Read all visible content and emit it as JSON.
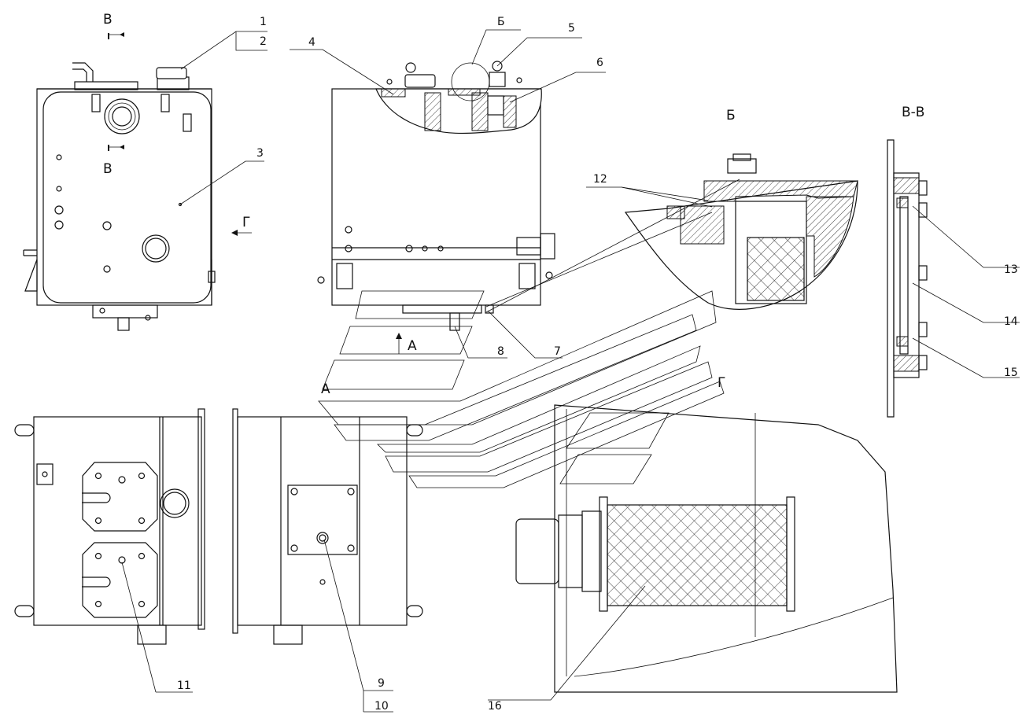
{
  "labels": {
    "p1": "1",
    "p2": "2",
    "p3": "3",
    "p4": "4",
    "p5": "5",
    "p6": "6",
    "p7": "7",
    "p8": "8",
    "p9": "9",
    "p10": "10",
    "p11": "11",
    "p12": "12",
    "p13": "13",
    "p14": "14",
    "p15": "15",
    "p16": "16"
  },
  "views": {
    "section_b": "Б",
    "section_vv": "В-В",
    "view_g": "Г",
    "arrow_g": "Г",
    "arrow_a": "А",
    "view_a": "А",
    "cut_v_top": "В",
    "cut_v_bottom": "В",
    "callout_b": "Б"
  }
}
